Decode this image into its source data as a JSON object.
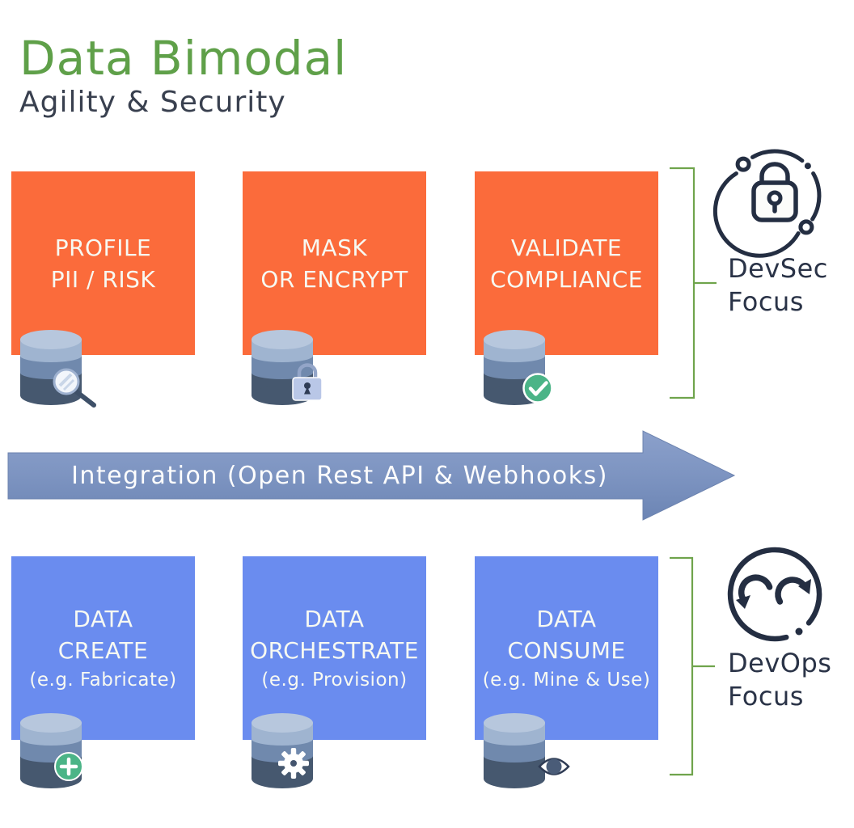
{
  "title": "Data Bimodal",
  "subtitle": "Agility & Security",
  "arrow": {
    "label": "Integration (Open Rest API & Webhooks)",
    "icon": "right-arrow",
    "color": "#7D94C1"
  },
  "sections": {
    "devsec": {
      "box_color": "#FB6B3B",
      "bracket_color": "#6FA44C",
      "focus": {
        "line1": "DevSec",
        "line2": "Focus",
        "icon": "padlock-network-icon"
      },
      "boxes": [
        {
          "line1": "PROFILE",
          "line2": "PII / RISK",
          "badge_icon": "database-magnifier-icon"
        },
        {
          "line1": "MASK",
          "line2": "OR ENCRYPT",
          "badge_icon": "database-padlock-icon"
        },
        {
          "line1": "VALIDATE",
          "line2": "COMPLIANCE",
          "badge_icon": "database-checkmark-icon"
        }
      ]
    },
    "devops": {
      "box_color": "#6A8CEF",
      "bracket_color": "#6FA44C",
      "focus": {
        "line1": "DevOps",
        "line2": "Focus",
        "icon": "sync-infinity-icon"
      },
      "boxes": [
        {
          "line1": "DATA",
          "line2": "CREATE",
          "line3": "(e.g. Fabricate)",
          "badge_icon": "database-plus-icon"
        },
        {
          "line1": "DATA",
          "line2": "ORCHESTRATE",
          "line3": "(e.g. Provision)",
          "badge_icon": "database-gear-icon"
        },
        {
          "line1": "DATA",
          "line2": "CONSUME",
          "line3": "(e.g. Mine & Use)",
          "badge_icon": "database-eye-icon"
        }
      ]
    }
  },
  "colors": {
    "title_green": "#5FA049",
    "subtitle_navy": "#39404F",
    "bracket_green": "#6FA44C",
    "icon_navy": "#242E42",
    "badge_green": "#4BB487",
    "orange_box": "#FB6B3B",
    "blue_box": "#6A8CEF",
    "arrow_blue": "#7D94C1"
  }
}
